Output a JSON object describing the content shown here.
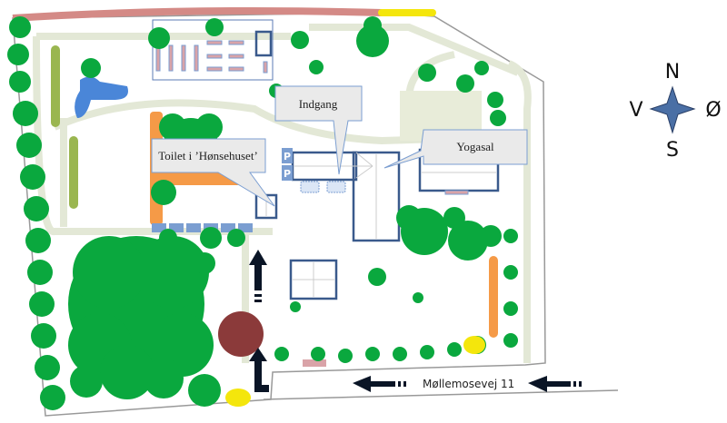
{
  "map": {
    "callouts": {
      "entrance": "Indgang",
      "yoga_hall": "Yogasal",
      "toilet": "Toilet i ’Hønsehuset’"
    },
    "road_label": "Møllemosevej 11",
    "parking_label": "P",
    "compass": {
      "north": "N",
      "south": "S",
      "west": "V",
      "east": "Ø"
    },
    "colors": {
      "tree": "#0aa83e",
      "building_outline": "#3a5a8c",
      "parking": "#7b9ed1",
      "path": "#e3e8d6",
      "hedge_orange": "#f59a47",
      "pond": "#4a86d8",
      "flowerbed": "#8b3a3a",
      "top_road": "#d48a86",
      "yellow": "#f4e60c"
    }
  }
}
